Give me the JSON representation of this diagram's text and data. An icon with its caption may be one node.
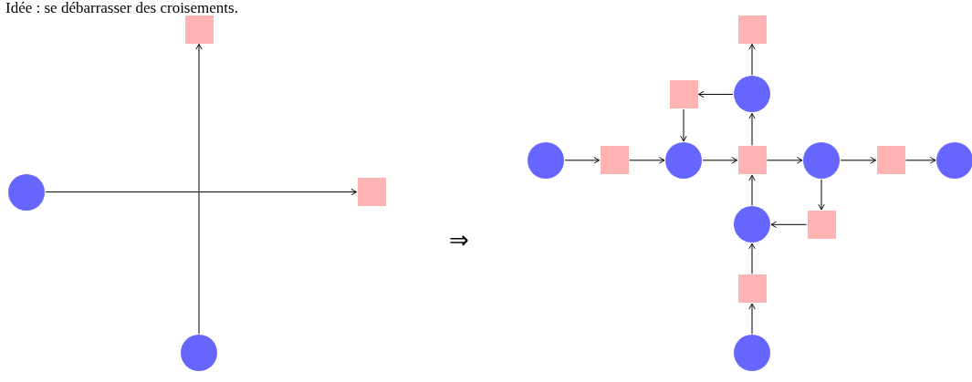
{
  "diagram": {
    "title": "Idée : se débarrasser des croisements.",
    "nodes": [
      {
        "text": [],
        "shape": "box"
      },
      {
        "text": [],
        "shape": "circle"
      },
      {
        "text": [],
        "shape": "box"
      },
      {
        "text": [],
        "shape": "circle"
      },
      {
        "text": [],
        "shape": "box"
      },
      {
        "text": [],
        "shape": "box"
      },
      {
        "text": [],
        "shape": "circle"
      },
      {
        "text": [],
        "shape": "circle"
      },
      {
        "text": [],
        "shape": "box"
      },
      {
        "text": [],
        "shape": "circle"
      },
      {
        "text": [],
        "shape": "box"
      },
      {
        "text": [],
        "shape": "circle"
      },
      {
        "text": [],
        "shape": "box"
      },
      {
        "text": [],
        "shape": "circle"
      },
      {
        "text": [],
        "shape": "circle"
      },
      {
        "text": [],
        "shape": "box"
      },
      {
        "text": [],
        "shape": "box"
      },
      {
        "text": [],
        "shape": "circle"
      }
    ],
    "edges": [
      {
        "from": 1,
        "to": 2,
        "arrow": "to"
      },
      {
        "from": 3,
        "to": 0,
        "arrow": "to"
      },
      {
        "from": 7,
        "to": 8,
        "arrow": "to"
      },
      {
        "from": 8,
        "to": 9,
        "arrow": "to"
      },
      {
        "from": 9,
        "to": 10,
        "arrow": "to"
      },
      {
        "from": 10,
        "to": 11,
        "arrow": "to"
      },
      {
        "from": 11,
        "to": 12,
        "arrow": "to"
      },
      {
        "from": 12,
        "to": 13,
        "arrow": "to"
      },
      {
        "from": 10,
        "to": 6,
        "arrow": "to"
      },
      {
        "from": 6,
        "to": 4,
        "arrow": "to"
      },
      {
        "from": 6,
        "to": 5,
        "arrow": "to"
      },
      {
        "from": 5,
        "to": 9,
        "arrow": "to"
      },
      {
        "from": 11,
        "to": 15,
        "arrow": "to"
      },
      {
        "from": 15,
        "to": 14,
        "arrow": "to"
      },
      {
        "from": 14,
        "to": 10,
        "arrow": "to"
      },
      {
        "from": 17,
        "to": 16,
        "arrow": "to"
      },
      {
        "from": 16,
        "to": 14,
        "arrow": "to"
      }
    ],
    "labels": [
      "⇒"
    ]
  }
}
